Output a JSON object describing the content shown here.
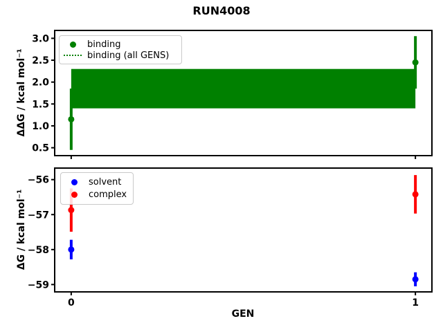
{
  "title": "RUN4008",
  "xlabel": "GEN",
  "colors": {
    "binding": "#008000",
    "solvent": "#0000ff",
    "complex": "#ff0000",
    "spine": "#000000",
    "legend_border": "#c9c9c9"
  },
  "chart_data": [
    {
      "type": "scatter",
      "subplot": "top",
      "ylabel": "ΔΔG / kcal mol⁻¹",
      "xlim": [
        -0.048,
        1.048
      ],
      "ylim": [
        0.32,
        3.18
      ],
      "yticks": [
        0.5,
        1.0,
        1.5,
        2.0,
        2.5,
        3.0
      ],
      "ytick_labels": [
        "0.5",
        "1.0",
        "1.5",
        "2.0",
        "2.5",
        "3.0"
      ],
      "xticks": [
        0,
        1
      ],
      "xtick_labels": [],
      "grid": false,
      "legend_position": "upper-left",
      "series": [
        {
          "name": "binding",
          "type": "errorbar-scatter",
          "color": "#008000",
          "x": [
            0,
            1
          ],
          "y": [
            1.15,
            2.45
          ],
          "yerr": [
            0.7,
            0.6
          ]
        },
        {
          "name": "binding (all GENS)",
          "type": "hband",
          "color": "#008000",
          "center": 1.85,
          "band": [
            1.4,
            2.3
          ],
          "x_extent": [
            0,
            1
          ],
          "line_style": "dotted"
        }
      ],
      "legend": [
        {
          "label": "binding",
          "marker": "dot",
          "color": "#008000"
        },
        {
          "label": "binding (all GENS)",
          "marker": "dotted-line",
          "color": "#008000"
        }
      ]
    },
    {
      "type": "scatter",
      "subplot": "bottom",
      "ylabel": "ΔG / kcal mol⁻¹",
      "xlim": [
        -0.048,
        1.048
      ],
      "ylim": [
        -59.21,
        -55.67
      ],
      "yticks": [
        -56,
        -57,
        -58,
        -59
      ],
      "ytick_labels": [
        "−56",
        "−57",
        "−58",
        "−59"
      ],
      "xticks": [
        0,
        1
      ],
      "xtick_labels": [
        "0",
        "1"
      ],
      "grid": false,
      "legend_position": "upper-left",
      "series": [
        {
          "name": "solvent",
          "type": "errorbar-scatter",
          "color": "#0000ff",
          "x": [
            0,
            1
          ],
          "y": [
            -58.0,
            -58.85
          ],
          "yerr": [
            0.28,
            0.2
          ]
        },
        {
          "name": "complex",
          "type": "errorbar-scatter",
          "color": "#ff0000",
          "x": [
            0,
            1
          ],
          "y": [
            -56.87,
            -56.42
          ],
          "yerr": [
            0.62,
            0.55
          ]
        }
      ],
      "legend": [
        {
          "label": "solvent",
          "marker": "dot",
          "color": "#0000ff"
        },
        {
          "label": "complex",
          "marker": "dot",
          "color": "#ff0000"
        }
      ]
    }
  ]
}
